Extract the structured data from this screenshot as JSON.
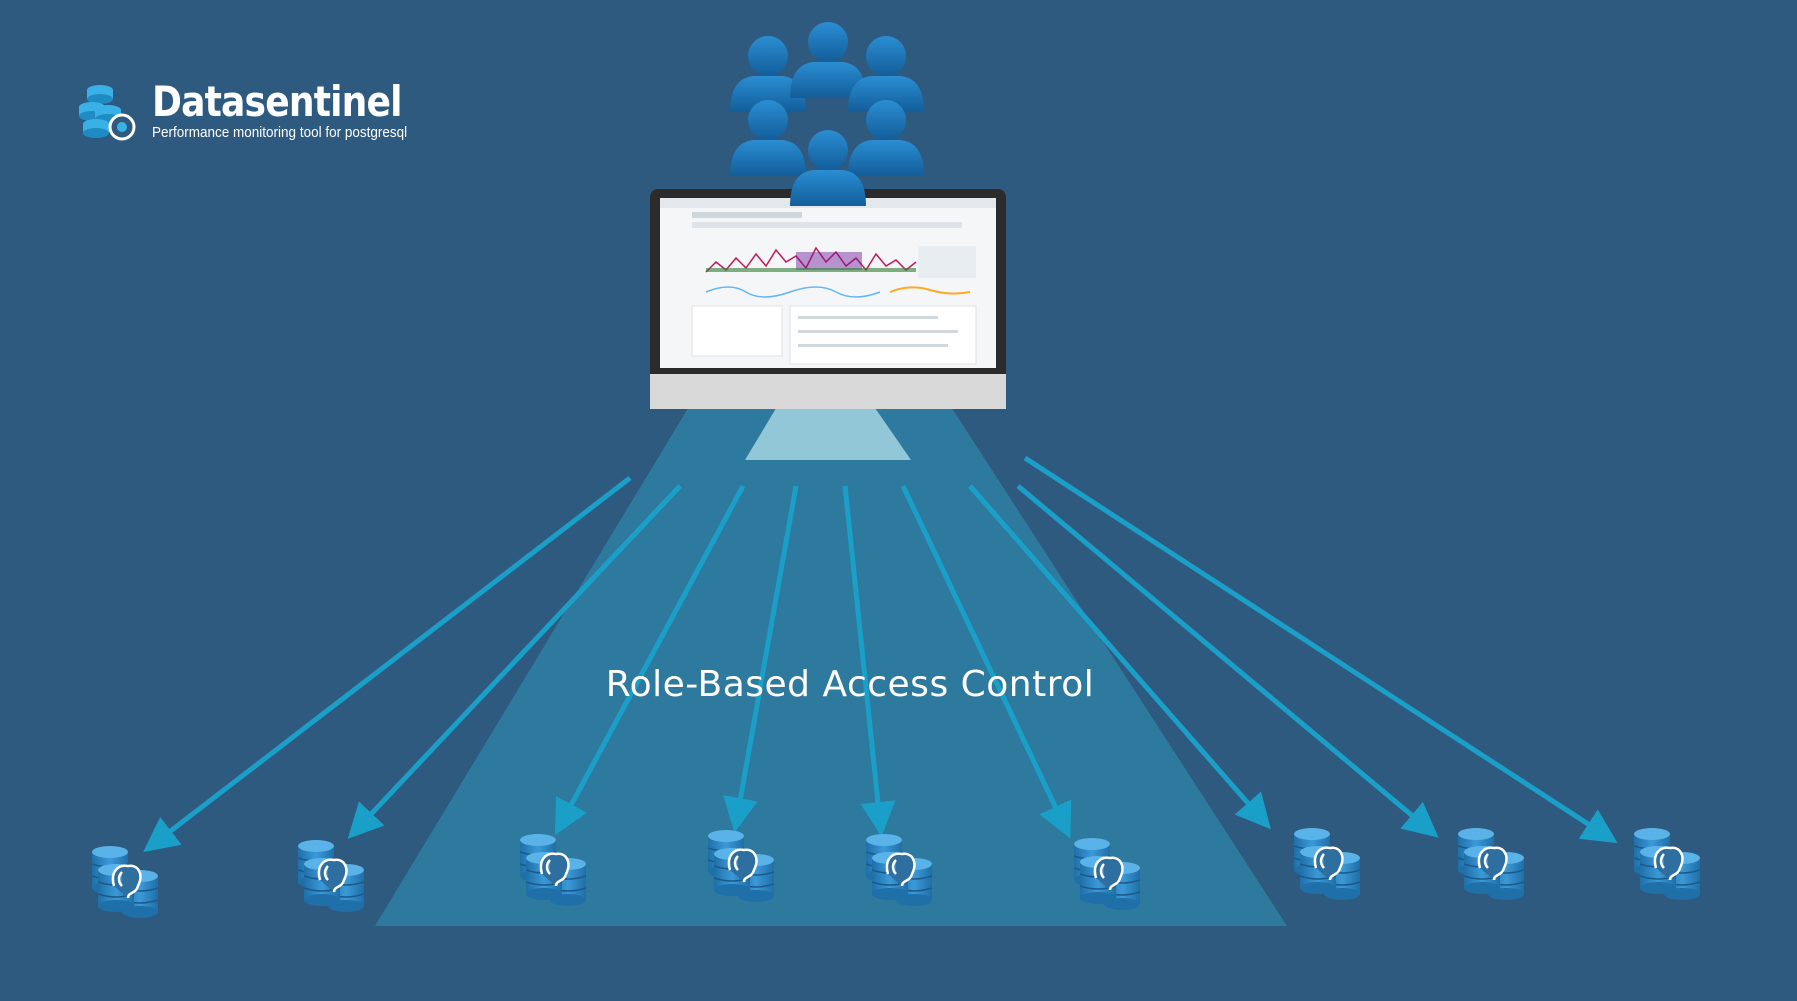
{
  "brand": {
    "name": "Datasentinel",
    "tagline": "Performance monitoring tool for postgresql",
    "icon": "database-eye-icon"
  },
  "diagram": {
    "caption": "Role-Based Access Control",
    "users_icon": "user-group-icon",
    "monitor_icon": "dashboard-monitor-icon",
    "database_icon": "postgresql-database-icon",
    "database_count": 9,
    "colors": {
      "background": "#2f5a80",
      "beam": "#2e86a8",
      "arrow": "#1aa0c8",
      "user": "#1e73b7",
      "database": "#2f86c8"
    }
  }
}
